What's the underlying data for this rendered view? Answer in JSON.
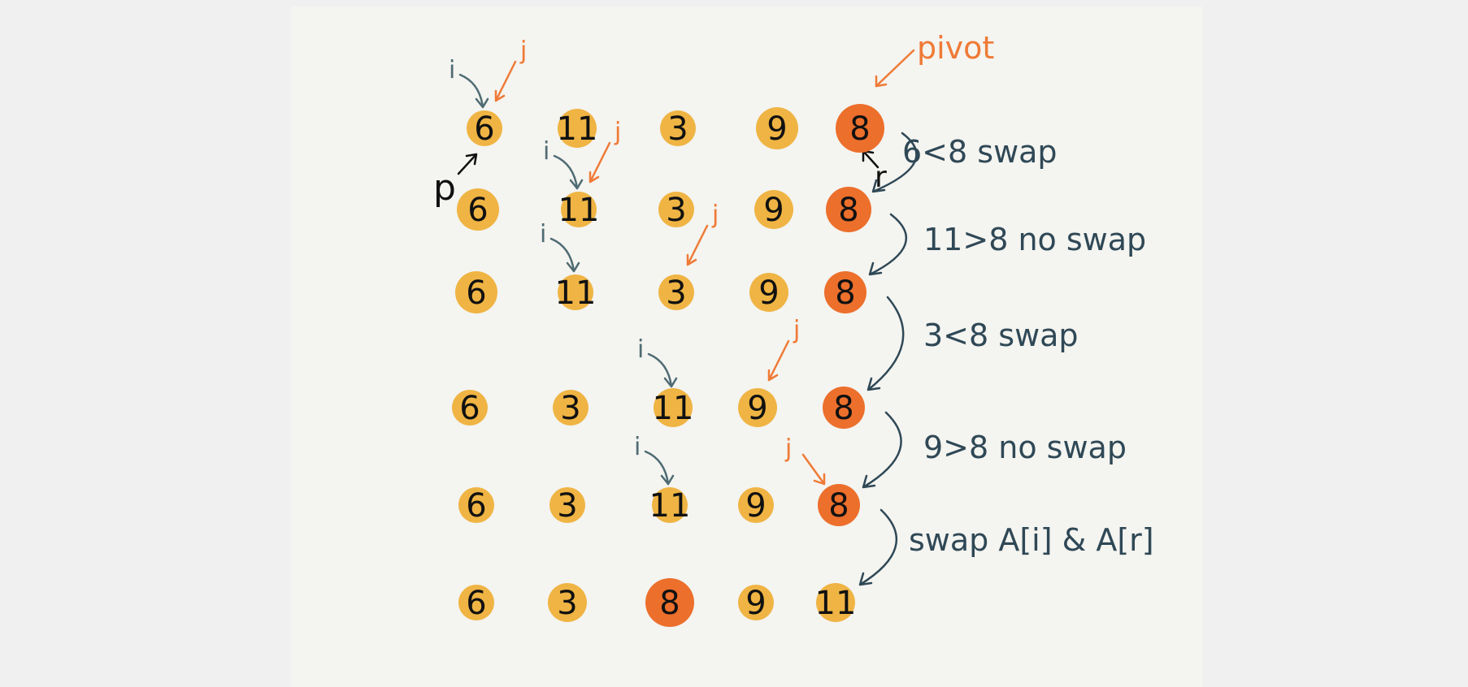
{
  "diagram": {
    "pivot_label": "pivot",
    "i_label": "i",
    "j_label": "j",
    "p_label": "p",
    "r_label": "r",
    "colors": {
      "element": "#efb443",
      "pivot": "#ec6f2c",
      "teal": "#4f6b73",
      "orange": "#ef7a36",
      "note": "#2f4856"
    },
    "rows": [
      {
        "values": [
          "6",
          "11",
          "3",
          "9",
          "8"
        ],
        "pivot_index": 4,
        "i_at": 0,
        "j_at": 0,
        "note": "6<8  swap"
      },
      {
        "values": [
          "6",
          "11",
          "3",
          "9",
          "8"
        ],
        "pivot_index": 4,
        "i_at": 1,
        "j_at": 1,
        "note": "11>8  no swap"
      },
      {
        "values": [
          "6",
          "11",
          "3",
          "9",
          "8"
        ],
        "pivot_index": 4,
        "i_at": 1,
        "j_at": 2,
        "note": "3<8  swap"
      },
      {
        "values": [
          "6",
          "3",
          "11",
          "9",
          "8"
        ],
        "pivot_index": 4,
        "i_at": 2,
        "j_at": 3,
        "note": "9>8  no swap"
      },
      {
        "values": [
          "6",
          "3",
          "11",
          "9",
          "8"
        ],
        "pivot_index": 4,
        "i_at": 2,
        "j_at": 4,
        "note": "swap A[i] & A[r]"
      },
      {
        "values": [
          "6",
          "3",
          "8",
          "9",
          "11"
        ],
        "pivot_index": 2
      }
    ]
  }
}
